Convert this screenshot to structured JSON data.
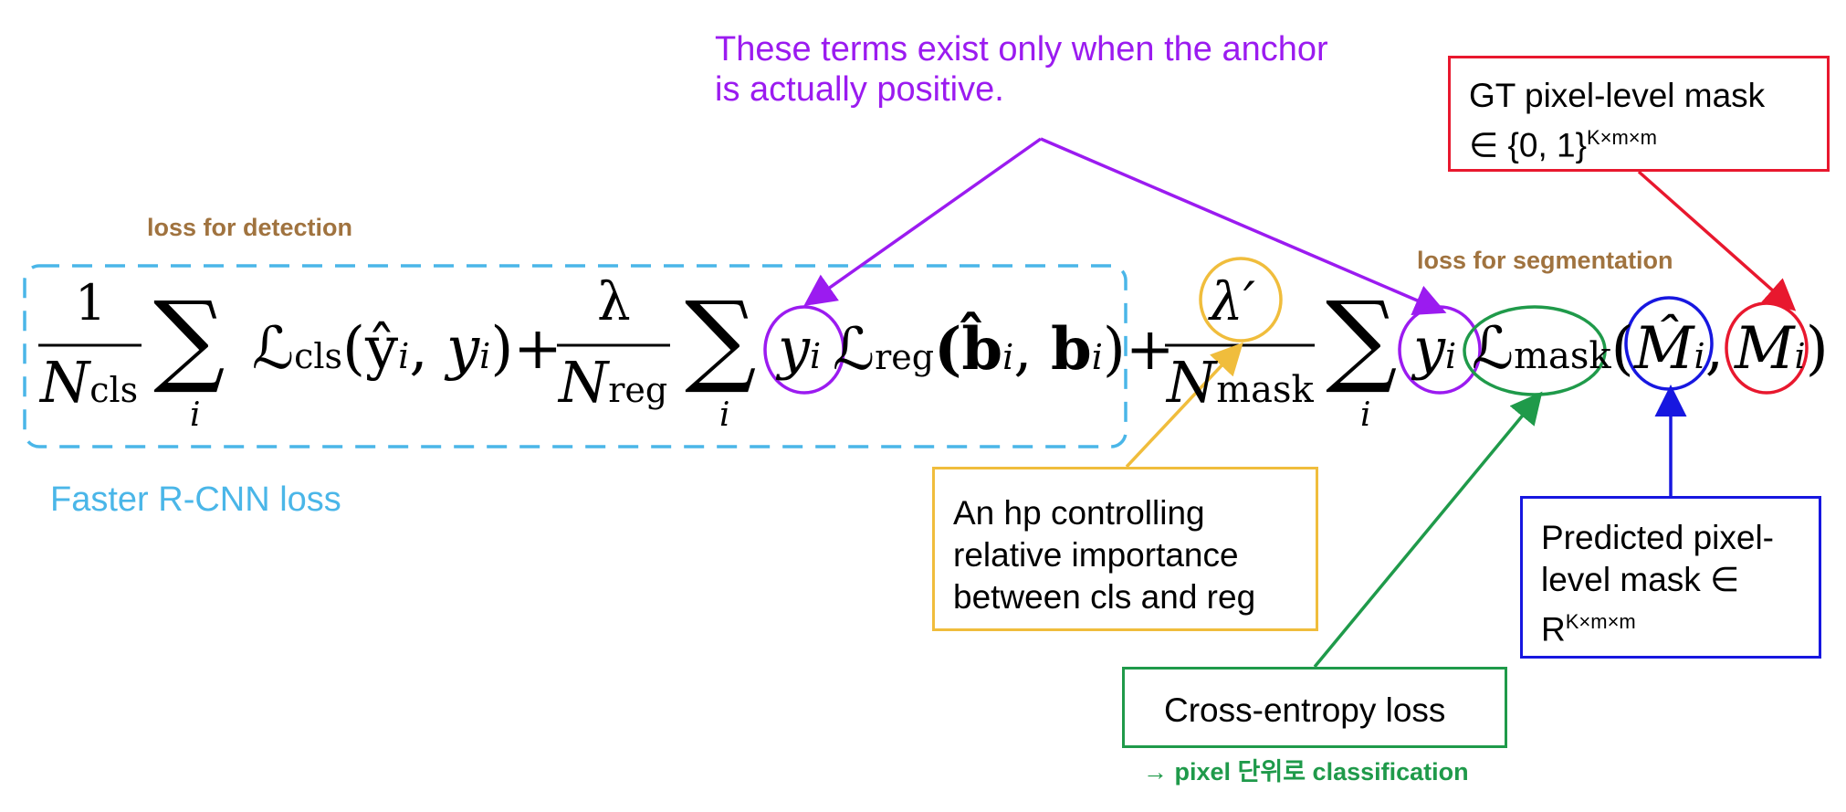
{
  "annotations": {
    "purple_note_line1": "These terms exist only when the anchor",
    "purple_note_line2": "is actually positive.",
    "loss_detection": "loss for detection",
    "loss_segmentation": "loss for segmentation",
    "faster_rcnn": "Faster R-CNN loss",
    "hp_box_line1": "An hp controlling",
    "hp_box_line2": "relative importance",
    "hp_box_line3": "between cls and reg",
    "ce_box": "Cross-entropy loss",
    "ce_note": "→ pixel 단위로 classification",
    "gt_box_line1": "GT pixel-level mask",
    "gt_box_line2": "∈ {0, 1}",
    "gt_box_sup": "K×m×m",
    "pred_box_line1": "Predicted pixel-",
    "pred_box_line2": "level mask ∈",
    "pred_box_line3": "R",
    "pred_box_sup": "K×m×m"
  },
  "formula": {
    "one": "1",
    "n_cls": "N",
    "n_cls_sub": "cls",
    "sum": "∑",
    "i": "i",
    "L": "ℒ",
    "cls_sub": "cls",
    "cls_args": "(ŷ",
    "yi": "y",
    "plus": "+",
    "lambda": "λ",
    "lambda_prime": "λ′",
    "n_reg_sub": "reg",
    "reg_sub": "reg",
    "b_args": "(b̂",
    "b_bold": "b",
    "n_mask_sub": "mask",
    "mask_sub": "mask",
    "M": "M",
    "M_hat": "M̂",
    "open_paren": "(",
    "close_paren": ")",
    "comma": ",",
    "close_i": ")"
  },
  "colors": {
    "purple": "#9b1bf0",
    "brown": "#a0733f",
    "cyan": "#4ab6e8",
    "yellow": "#f0bd3c",
    "green": "#1f9a4a",
    "red": "#e8182e",
    "blue": "#1717e0"
  }
}
